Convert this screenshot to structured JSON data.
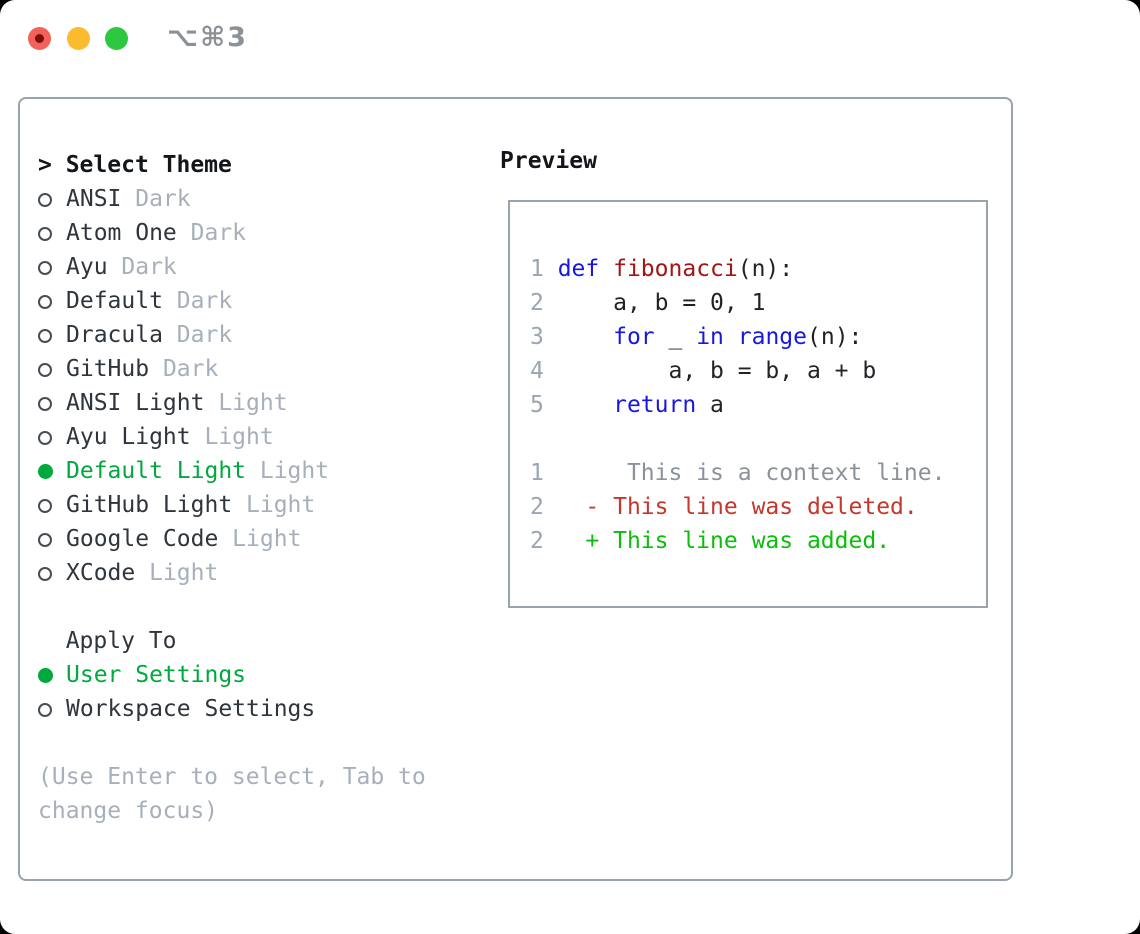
{
  "palette": {
    "green": "#00a83e",
    "add": "#0cbe0c",
    "del": "#c5362b",
    "kw": "#1717dd",
    "fn": "#a31515",
    "plain": "#1e2328",
    "ln": "#9aa5b3",
    "ctx": "#8b929c",
    "muted": "#a7afbb",
    "dark": "#2f353c",
    "title": "#121519",
    "border": "#9aa2ad",
    "radio_ring": "#464d55",
    "tl_red": "#f4605a",
    "tl_red_dot": "#7a1007",
    "tl_yellow": "#fcbb2d",
    "tl_green": "#2bc840",
    "shortcut": "#8c9196"
  },
  "titlebar": {
    "shortcut": "⌥⌘3"
  },
  "theme_panel": {
    "title_prompt": "> ",
    "title": "Select Theme",
    "themes": [
      {
        "name": "ANSI",
        "variant": "Dark",
        "selected": false
      },
      {
        "name": "Atom One",
        "variant": "Dark",
        "selected": false
      },
      {
        "name": "Ayu",
        "variant": "Dark",
        "selected": false
      },
      {
        "name": "Default",
        "variant": "Dark",
        "selected": false
      },
      {
        "name": "Dracula",
        "variant": "Dark",
        "selected": false
      },
      {
        "name": "GitHub",
        "variant": "Dark",
        "selected": false
      },
      {
        "name": "ANSI Light",
        "variant": "Light",
        "selected": false
      },
      {
        "name": "Ayu Light",
        "variant": "Light",
        "selected": false
      },
      {
        "name": "Default Light",
        "variant": "Light",
        "selected": true
      },
      {
        "name": "GitHub Light",
        "variant": "Light",
        "selected": false
      },
      {
        "name": "Google Code",
        "variant": "Light",
        "selected": false
      },
      {
        "name": "XCode",
        "variant": "Light",
        "selected": false
      }
    ],
    "apply_to_title": "Apply To",
    "apply_options": [
      {
        "label": "User Settings",
        "selected": true
      },
      {
        "label": "Workspace Settings",
        "selected": false
      }
    ],
    "hint": "(Use Enter to select, Tab to change focus)"
  },
  "preview": {
    "title": "Preview",
    "lines": [
      {
        "kind": "blank-line",
        "num": "",
        "tokens": []
      },
      {
        "kind": "code-line",
        "num": "1",
        "tokens": [
          [
            "def",
            "kw"
          ],
          [
            " ",
            "pl"
          ],
          [
            "fibonacci",
            "fn"
          ],
          [
            "(n):",
            "pl"
          ]
        ]
      },
      {
        "kind": "code-line",
        "num": "2",
        "tokens": [
          [
            "    a, b = 0, 1",
            "pl"
          ]
        ]
      },
      {
        "kind": "code-line",
        "num": "3",
        "tokens": [
          [
            "    ",
            "pl"
          ],
          [
            "for",
            "kw"
          ],
          [
            " _ ",
            "pl"
          ],
          [
            "in",
            "kw"
          ],
          [
            " ",
            "pl"
          ],
          [
            "range",
            "kw"
          ],
          [
            "(n):",
            "pl"
          ]
        ]
      },
      {
        "kind": "code-line",
        "num": "4",
        "tokens": [
          [
            "        a, b = b, a + b",
            "pl"
          ]
        ]
      },
      {
        "kind": "code-line",
        "num": "5",
        "tokens": [
          [
            "    ",
            "pl"
          ],
          [
            "return",
            "kw"
          ],
          [
            " a",
            "pl"
          ]
        ]
      },
      {
        "kind": "blank-line",
        "num": "",
        "tokens": []
      },
      {
        "kind": "diff-context-line",
        "num": "1",
        "tokens": [
          [
            "     This is a context line.",
            "ctx"
          ]
        ]
      },
      {
        "kind": "diff-deleted-line",
        "num": "2",
        "tokens": [
          [
            "  - This line was deleted.",
            "del"
          ]
        ]
      },
      {
        "kind": "diff-added-line",
        "num": "2",
        "tokens": [
          [
            "  + This line was added.",
            "add"
          ]
        ]
      }
    ]
  }
}
